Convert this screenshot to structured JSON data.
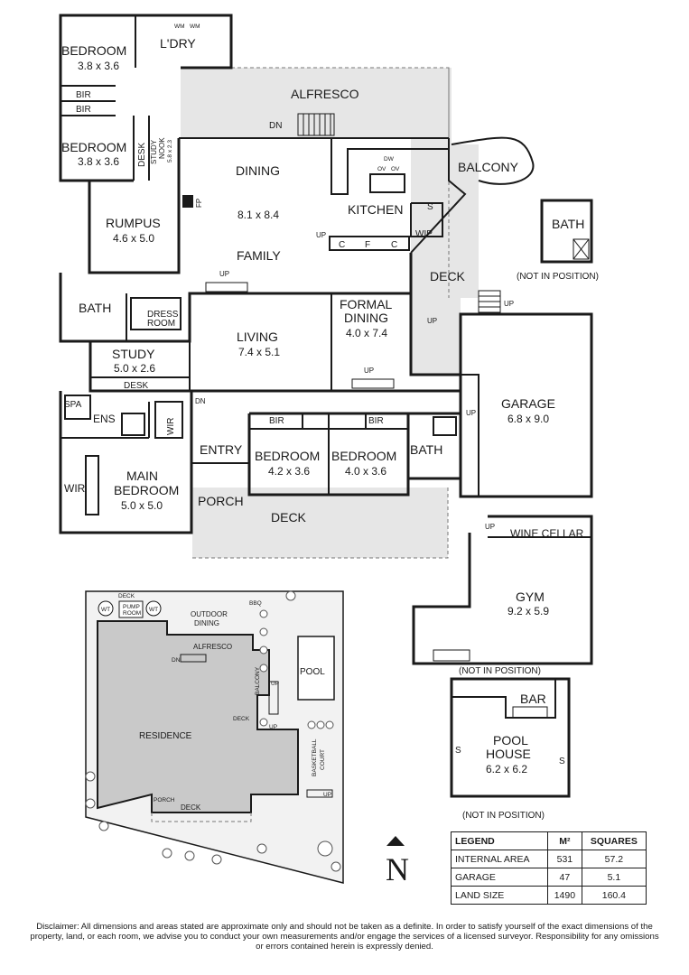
{
  "rooms": {
    "bedroom1": {
      "name": "BEDROOM",
      "dims": "3.8 x 3.6"
    },
    "bedroom2": {
      "name": "BEDROOM",
      "dims": "3.8 x 3.6"
    },
    "laundry": "L'DRY",
    "wm": "WM",
    "bir": "BIR",
    "alfresco": "ALFRESCO",
    "dn": "DN",
    "up": "UP",
    "desk": "DESK",
    "study_nook": {
      "line1": "STUDY",
      "line2": "NOOK",
      "dims": "5.8 x 2.3"
    },
    "dining": {
      "name": "DINING",
      "dims": "8.1 x 8.4"
    },
    "fp": "FP",
    "kitchen": "KITCHEN",
    "dw": "DW",
    "ov": "OV",
    "s": "S",
    "wip": "WIP",
    "c": "C",
    "f": "F",
    "balcony": "BALCONY",
    "rumpus": {
      "name": "RUMPUS",
      "dims": "4.6 x 5.0"
    },
    "family": "FAMILY",
    "deck": "DECK",
    "bath": "BATH",
    "dress_room": {
      "line1": "DRESS",
      "line2": "ROOM"
    },
    "formal_dining": {
      "line1": "FORMAL",
      "line2": "DINING",
      "dims": "4.0 x 7.4"
    },
    "living": {
      "name": "LIVING",
      "dims": "7.4 x 5.1"
    },
    "study": {
      "name": "STUDY",
      "dims": "5.0 x 2.6"
    },
    "spa": "SPA",
    "ens": "ENS",
    "wir": "WIR",
    "garage": {
      "name": "GARAGE",
      "dims": "6.8 x 9.0"
    },
    "entry": "ENTRY",
    "bedroom3": {
      "name": "BEDROOM",
      "dims": "4.2 x 3.6"
    },
    "bedroom4": {
      "name": "BEDROOM",
      "dims": "4.0 x 3.6"
    },
    "main_bedroom": {
      "line1": "MAIN",
      "line2": "BEDROOM",
      "dims": "5.0 x 5.0"
    },
    "porch": "PORCH",
    "wine_cellar": "WINE CELLAR",
    "gym": {
      "name": "GYM",
      "dims": "9.2 x 5.9"
    },
    "not_in_position": "(NOT IN POSITION)"
  },
  "pool_house": {
    "bar": "BAR",
    "line1": "POOL",
    "line2": "HOUSE",
    "dims": "6.2 x 6.2",
    "s": "S"
  },
  "site": {
    "deck": "DECK",
    "wt": "WT",
    "pump_room": {
      "line1": "PUMP",
      "line2": "ROOM"
    },
    "outdoor_dining": {
      "line1": "OUTDOOR",
      "line2": "DINING"
    },
    "bbq": "BBQ",
    "alfresco": "ALFRESCO",
    "dn": "DN",
    "up": "UP",
    "balcony": "BALCONY",
    "pool": "POOL",
    "residence": "RESIDENCE",
    "basketball_court": {
      "line1": "BASKETBALL",
      "line2": "COURT"
    },
    "porch": "PORCH"
  },
  "north": "N",
  "legend": {
    "headers": [
      "LEGEND",
      "M²",
      "SQUARES"
    ],
    "rows": [
      [
        "INTERNAL AREA",
        "531",
        "57.2"
      ],
      [
        "GARAGE",
        "47",
        "5.1"
      ],
      [
        "LAND SIZE",
        "1490",
        "160.4"
      ]
    ]
  },
  "disclaimer": "Disclaimer: All dimensions and areas stated are approximate only and should not be taken as a definite. In order to satisfy yourself of the exact dimensions of the property, land, or each room, we advise you to conduct your own measurements and/or engage the services of a licensed surveyor. Responsibility for any omissions or errors contained herein is expressly denied."
}
